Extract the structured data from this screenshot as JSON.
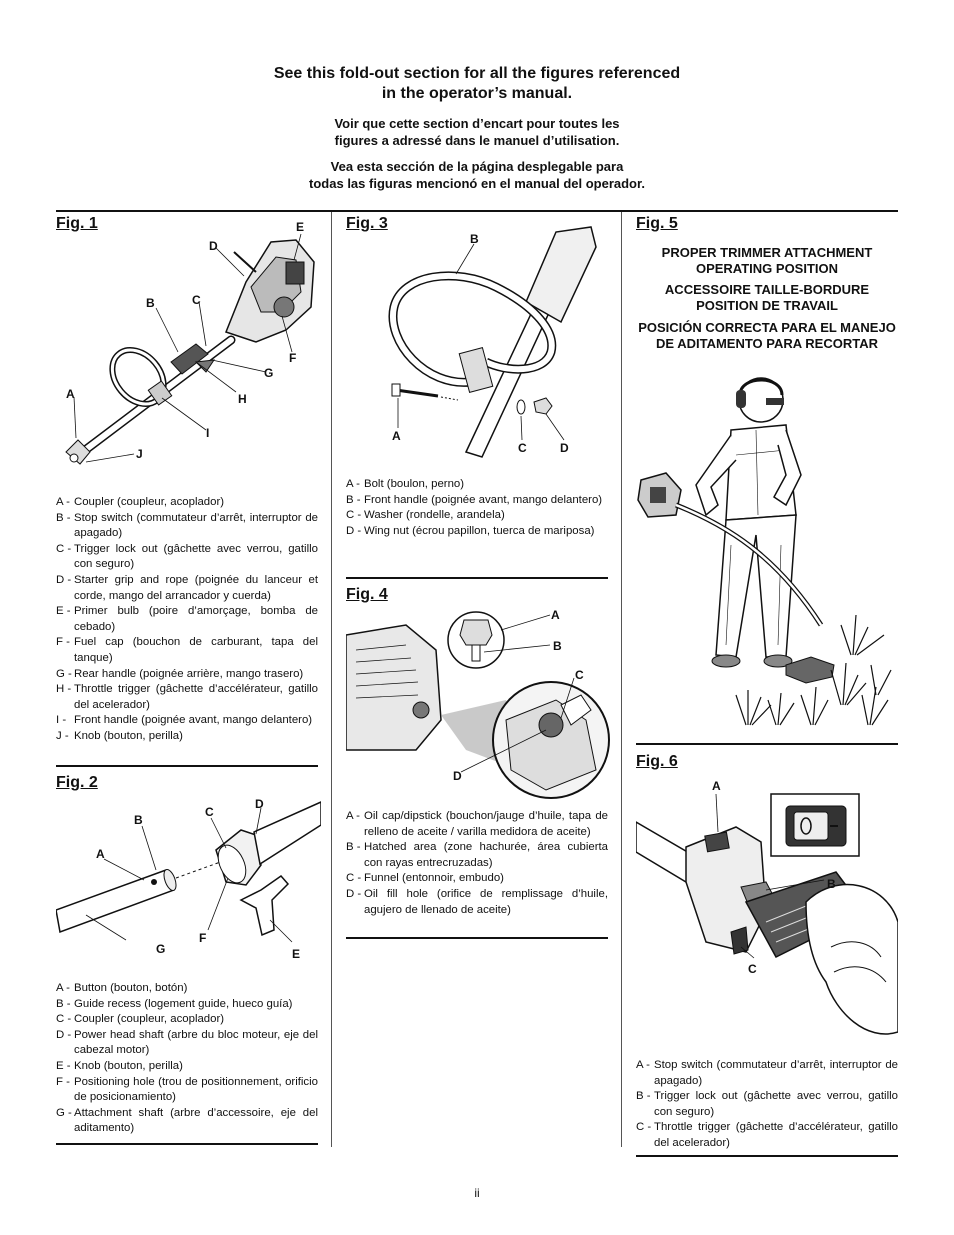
{
  "header": {
    "english_line1": "See this fold-out section for all the figures referenced",
    "english_line2": "in the operator’s manual.",
    "french_line1": "Voir que cette section d’encart pour toutes les",
    "french_line2": "figures a adressé dans le manuel d’utilisation.",
    "spanish_line1": "Vea esta sección de la página desplegable para",
    "spanish_line2": "todas las figuras mencionó en el manual del operador."
  },
  "fig1": {
    "label": "Fig. 1",
    "callouts": {
      "A": "A",
      "B": "B",
      "C": "C",
      "D": "D",
      "E": "E",
      "F": "F",
      "G": "G",
      "H": "H",
      "I": "I",
      "J": "J"
    },
    "legend": [
      {
        "key": "A -",
        "text": "Coupler (coupleur, acoplador)"
      },
      {
        "key": "B -",
        "text": "Stop switch (commutateur d’arrêt, interruptor de apagado)"
      },
      {
        "key": "C -",
        "text": "Trigger lock out (gâchette avec verrou, gatillo con seguro)"
      },
      {
        "key": "D -",
        "text": "Starter grip and rope (poignée du lanceur et corde, mango del arrancador y cuerda)"
      },
      {
        "key": "E -",
        "text": "Primer bulb (poire d’amorçage, bomba de cebado)"
      },
      {
        "key": "F -",
        "text": "Fuel cap (bouchon de carburant, tapa del tanque)"
      },
      {
        "key": "G -",
        "text": "Rear handle (poignée arrière, mango trasero)"
      },
      {
        "key": "H -",
        "text": "Throttle trigger (gâchette d’accélérateur, gatillo del acelerador)"
      },
      {
        "key": "I -",
        "text": "Front handle (poignée avant, mango delantero)"
      },
      {
        "key": "J -",
        "text": "Knob (bouton, perilla)"
      }
    ]
  },
  "fig2": {
    "label": "Fig. 2",
    "callouts": {
      "A": "A",
      "B": "B",
      "C": "C",
      "D": "D",
      "E": "E",
      "F": "F",
      "G": "G"
    },
    "legend": [
      {
        "key": "A -",
        "text": "Button (bouton, botón)"
      },
      {
        "key": "B -",
        "text": "Guide recess (logement guide, hueco guía)"
      },
      {
        "key": "C -",
        "text": "Coupler (coupleur, acoplador)"
      },
      {
        "key": "D -",
        "text": "Power head shaft (arbre du bloc moteur, eje del cabezal motor)"
      },
      {
        "key": "E -",
        "text": "Knob (bouton, perilla)"
      },
      {
        "key": "F -",
        "text": "Positioning hole (trou de positionnement, orificio de posicionamiento)"
      },
      {
        "key": "G -",
        "text": "Attachment shaft (arbre d’accessoire, eje del aditamento)"
      }
    ]
  },
  "fig3": {
    "label": "Fig. 3",
    "callouts": {
      "A": "A",
      "B": "B",
      "C": "C",
      "D": "D"
    },
    "legend": [
      {
        "key": "A -",
        "text": "Bolt (boulon, perno)"
      },
      {
        "key": "B -",
        "text": "Front handle (poignée avant, mango delantero)"
      },
      {
        "key": "C -",
        "text": "Washer (rondelle, arandela)"
      },
      {
        "key": "D -",
        "text": "Wing nut (écrou papillon, tuerca de mariposa)"
      }
    ]
  },
  "fig4": {
    "label": "Fig. 4",
    "callouts": {
      "A": "A",
      "B": "B",
      "C": "C",
      "D": "D"
    },
    "legend": [
      {
        "key": "A -",
        "text": "Oil cap/dipstick (bouchon/jauge d’huile, tapa de relleno de aceite / varilla medidora de aceite)"
      },
      {
        "key": "B -",
        "text": "Hatched area (zone hachurée, área cubierta con rayas entrecruzadas)"
      },
      {
        "key": "C -",
        "text": "Funnel (entonnoir, embudo)"
      },
      {
        "key": "D -",
        "text": "Oil fill hole (orifice de remplissage d’huile, agujero de llenado de aceite)"
      }
    ]
  },
  "fig5": {
    "label": "Fig. 5",
    "caption_en": "PROPER TRIMMER ATTACHMENT OPERATING POSITION",
    "caption_fr": "ACCESSOIRE TAILLE-BORDURE POSITION DE TRAVAIL",
    "caption_es": "POSICIÓN CORRECTA PARA EL MANEJO DE ADITAMENTO PARA RECORTAR"
  },
  "fig6": {
    "label": "Fig. 6",
    "callouts": {
      "A": "A",
      "B": "B",
      "C": "C"
    },
    "legend": [
      {
        "key": "A -",
        "text": "Stop switch (commutateur d’arrêt, interruptor de apagado)"
      },
      {
        "key": "B -",
        "text": "Trigger lock out (gâchette avec verrou, gatillo con seguro)"
      },
      {
        "key": "C -",
        "text": "Throttle trigger (gâchette d’accélérateur, gatillo del acelerador)"
      }
    ]
  },
  "page_number": "ii"
}
